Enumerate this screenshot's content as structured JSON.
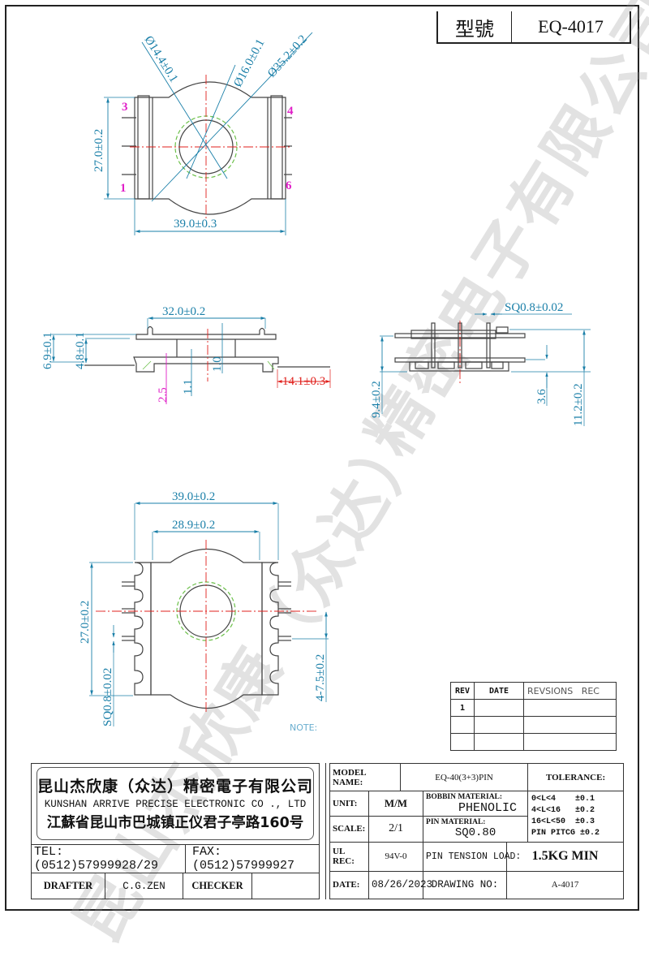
{
  "header": {
    "model_label": "型號",
    "model_value": "EQ-4017"
  },
  "colors": {
    "dimension": "#1a7fa8",
    "pin_label": "#e020c8",
    "centerline": "#e0201c",
    "core_hidden": "#6cc04a",
    "outline": "#444444"
  },
  "top_view": {
    "pin_labels": [
      "3",
      "1",
      "4",
      "6"
    ],
    "dims": {
      "hole_dia": "Ø14.4±0.1",
      "core_dia": "Ø16.0±0.1",
      "flange_dia": "Ø35.2±0.2",
      "height": "27.0±0.2",
      "width": "39.0±0.3"
    }
  },
  "side_view": {
    "dims": {
      "flange_span": "32.0±0.2",
      "overall_h": "6.9±0.1",
      "inner_h": "4.8±0.1",
      "slot": "2.5",
      "base": "1.1",
      "wall": "1.0",
      "pin_len": "14.1±0.3"
    }
  },
  "end_view": {
    "dims": {
      "pin_sq": "SQ0.8±0.02",
      "body_h": "9.4±0.2",
      "standoff": "3.6",
      "overall_h": "11.2±0.2"
    }
  },
  "bottom_view": {
    "dims": {
      "width": "39.0±0.2",
      "inner_w": "28.9±0.2",
      "height": "27.0±0.2",
      "pin_sq": "SQ0.8±0.02",
      "pitch": "4-7.5±0.2"
    }
  },
  "note_label": "NOTE:",
  "revisions": {
    "headers": [
      "REV",
      "DATE",
      "REVSIONS   REC"
    ],
    "rows": [
      [
        "1",
        "",
        ""
      ],
      [
        "",
        "",
        ""
      ],
      [
        "",
        "",
        ""
      ]
    ]
  },
  "title_block": {
    "company_cn": "昆山杰欣康（众达）精密電子有限公司",
    "company_en": "KUNSHAN ARRIVE PRECISE ELECTRONIC CO ., LTD",
    "address": "江蘇省昆山市巴城镇正仪君子亭路160号",
    "tel": "TEL:(0512)57999928/29",
    "fax": "FAX:(0512)57999927",
    "drafter_label": "DRAFTER",
    "drafter": "C.G.ZEN",
    "checker_label": "CHECKER",
    "checker": "",
    "model_name_label": "MODEL NAME:",
    "model_name": "EQ-40(3+3)PIN",
    "tolerance_label": "TOLERANCE:",
    "tolerances": [
      "0<L<4    ±0.1",
      "4<L<16   ±0.2",
      "16<L<50  ±0.3",
      "PIN PITCG ±0.2"
    ],
    "unit_label": "UNIT:",
    "unit": "M/M",
    "bobbin_material_label": "BOBBIN MATERIAL:",
    "bobbin_material": "PHENOLIC",
    "scale_label": "SCALE:",
    "scale": "2/1",
    "pin_material_label": "PIN MATERIAL:",
    "pin_material": "SQ0.80",
    "ul_label": "UL REC:",
    "ul": "94V-0",
    "pin_tension_label": "PIN TENSION LOAD:",
    "pin_tension": "1.5KG MIN",
    "date_label": "DATE:",
    "date": "08/26/2023",
    "drawing_no_label": "DRAWING NO:",
    "drawing_no": "A-4017"
  },
  "watermark": {
    "line1": "昆山杰欣康（众达）",
    "line2": "精密电子有限公司"
  }
}
